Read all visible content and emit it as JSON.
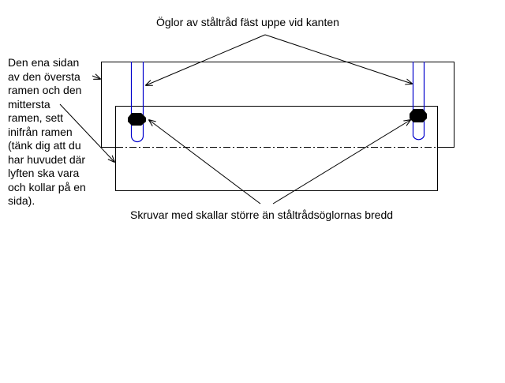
{
  "labels": {
    "top": "Öglor av ståltråd fäst uppe vid kanten",
    "bottom": "Skruvar med skallar större än ståltrådsöglornas bredd",
    "side_lines": [
      "Den ena sidan",
      "av den översta",
      "ramen och den",
      "mittersta",
      "ramen, sett",
      "inifrån ramen",
      "(tänk dig att du",
      "har huvudet där",
      "lyften ska vara",
      "och kollar på en",
      "sida)."
    ]
  },
  "colors": {
    "line": "#000000",
    "wire_loop": "#0000cc",
    "screw_head": "#000000",
    "background": "#ffffff"
  }
}
